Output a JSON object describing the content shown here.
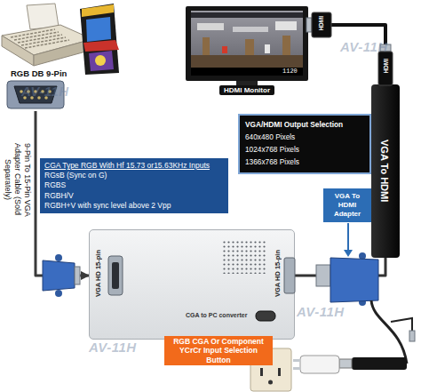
{
  "diagram": {
    "nodes": [
      {
        "text": [
          "RGB DB 9-Pin"
        ]
      },
      {
        "text": [
          "CGA Type RGB With Hf 15.73 or15.63KHz Inputs",
          "RGsB (Sync on G)",
          "RGBS",
          "RGBH/V",
          "RGBH+V with sync level above 2 Vpp"
        ]
      },
      {
        "text": [
          "VGA HD 15-pin",
          "CGA to PC converter",
          "VGA HD 15-pin"
        ]
      },
      {
        "text": [
          "RGB CGA Or Component YCrCr Input Selection Button"
        ]
      },
      {
        "text": [
          "HDMI Monitor"
        ]
      },
      {
        "text": [
          "VGA To HDMI"
        ]
      },
      {
        "text": [
          "VGA/HDMI Output Selection",
          "640x480 Pixels",
          "1024x768 Pixels",
          "1366x768 Pixels"
        ]
      },
      {
        "text": [
          "VGA To HDMI Adapter"
        ]
      }
    ],
    "edges": [
      {
        "from": 0,
        "to": 2,
        "arrow": "to",
        "label": "9-Pin To 15-Pin VGA Adapter Cable (Sold Separately)"
      },
      {
        "from": 2,
        "to": 5,
        "arrow": "none"
      },
      {
        "from": 5,
        "to": 4,
        "arrow": "none"
      }
    ],
    "labels": [
      "HDMI",
      "HDMI",
      "AV-11H",
      "AV-11H",
      "AV-11H",
      "AV-11H",
      "1120"
    ]
  }
}
